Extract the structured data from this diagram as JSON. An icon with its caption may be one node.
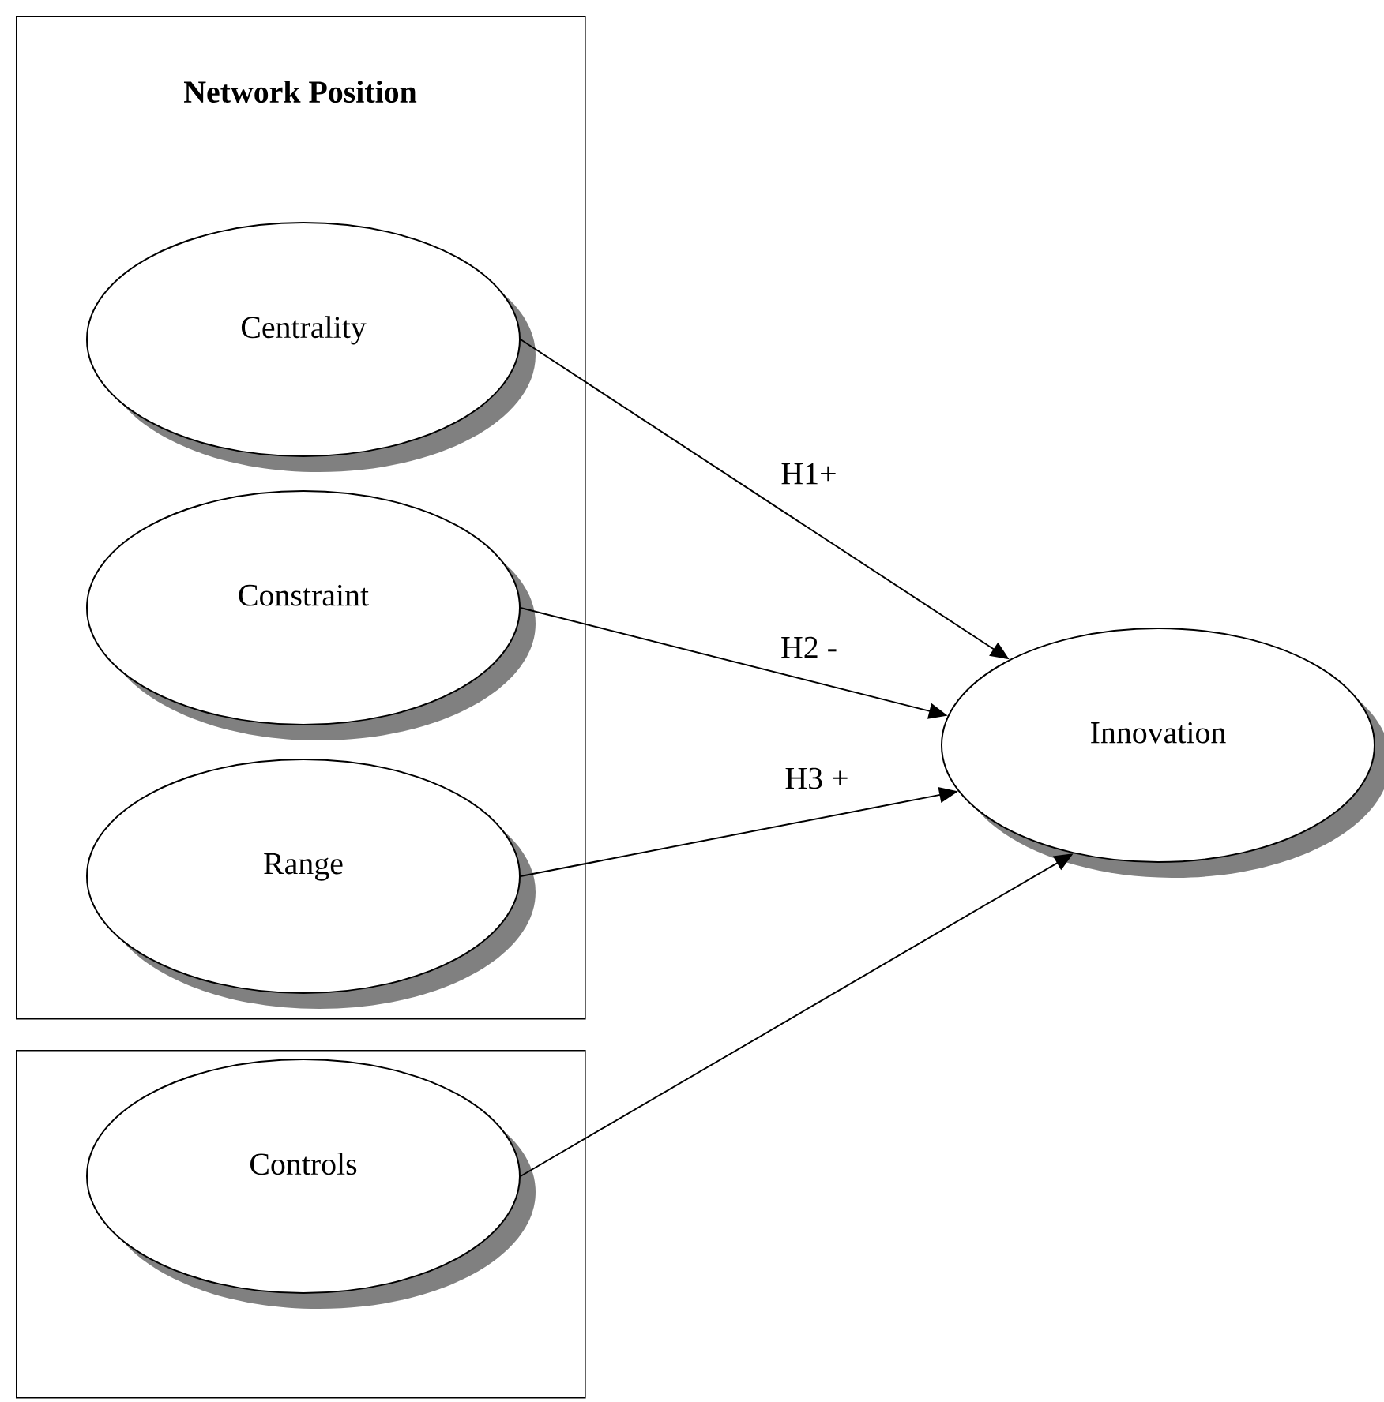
{
  "diagram": {
    "nodes": [
      {
        "text": [
          "**Network Position**"
        ]
      },
      {
        "text": [
          "Centrality"
        ],
        "in": 0
      },
      {
        "text": [
          "Constraint"
        ],
        "in": 0
      },
      {
        "text": [
          "Range"
        ],
        "in": 0
      },
      {
        "text": [],
        "shape": "box"
      },
      {
        "text": [
          "Controls"
        ],
        "in": 4
      },
      {
        "text": [
          "Innovation"
        ]
      }
    ],
    "edges": [
      {
        "from": 1,
        "to": 6,
        "arrow": "to",
        "label": "H1+"
      },
      {
        "from": 2,
        "to": 6,
        "arrow": "to",
        "label": "H2 -"
      },
      {
        "from": 3,
        "to": 6,
        "arrow": "to",
        "label": "H3 +"
      },
      {
        "from": 5,
        "to": 6,
        "arrow": "to"
      }
    ]
  }
}
